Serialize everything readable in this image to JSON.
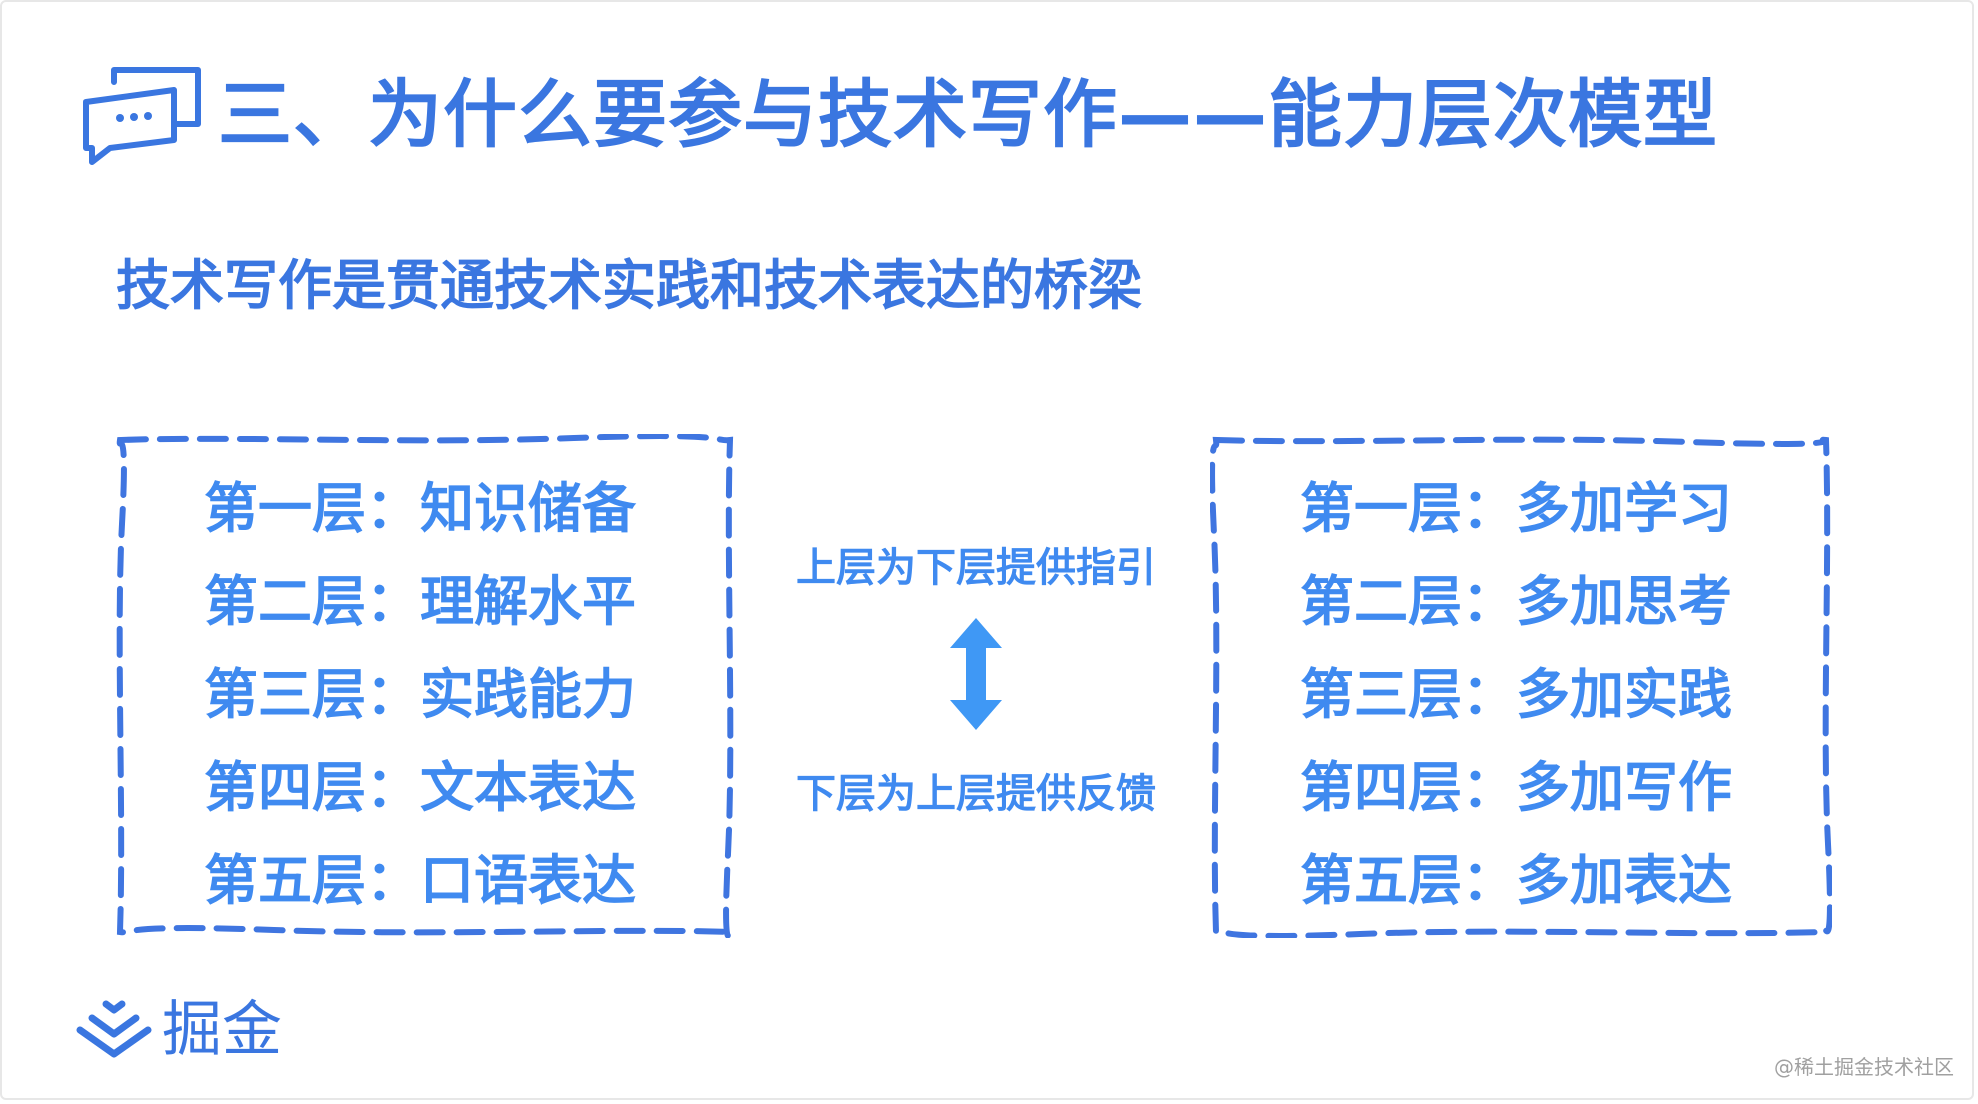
{
  "slide": {
    "title": "三、为什么要参与技术写作——能力层次模型",
    "subtitle": "技术写作是贯通技术实践和技术表达的桥梁"
  },
  "left_box": {
    "items": [
      {
        "label": "第一层：知识储备"
      },
      {
        "label": "第二层：理解水平"
      },
      {
        "label": "第三层：实践能力"
      },
      {
        "label": "第四层：文本表达"
      },
      {
        "label": "第五层：口语表达"
      }
    ]
  },
  "center": {
    "top_text": "上层为下层提供指引",
    "bottom_text": "下层为上层提供反馈",
    "arrow_icon": "double-arrow-vertical-icon"
  },
  "right_box": {
    "items": [
      {
        "label": "第一层：多加学习"
      },
      {
        "label": "第二层：多加思考"
      },
      {
        "label": "第三层：多加实践"
      },
      {
        "label": "第四层：多加写作"
      },
      {
        "label": "第五层：多加表达"
      }
    ]
  },
  "logo": {
    "text": "掘金",
    "icon": "juejin-logo-icon"
  },
  "watermark": "@稀土掘金技术社区",
  "colors": {
    "title": "#3a76e0",
    "text": "#3f8af0",
    "dash": "#3f75e0"
  }
}
